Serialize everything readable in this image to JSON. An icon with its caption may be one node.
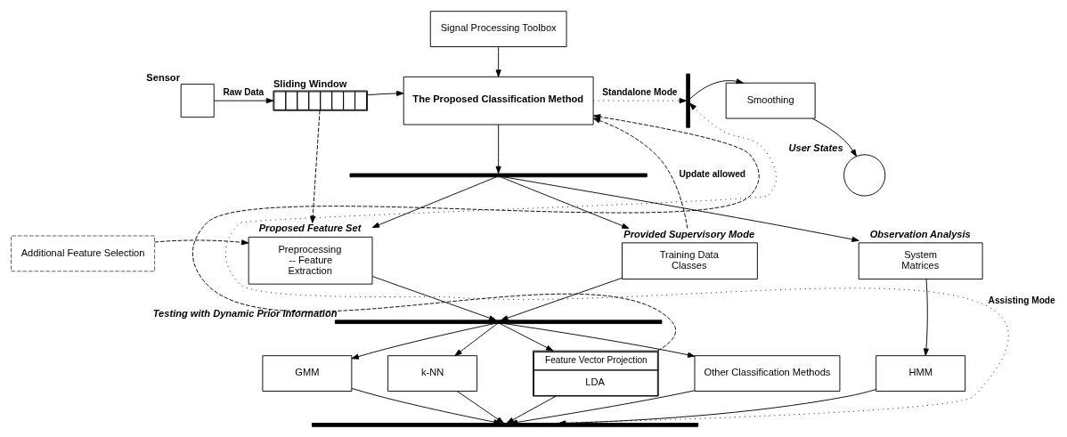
{
  "diagram": {
    "nodes": [
      {
        "text": [
          "Signal Processing Toolbox"
        ]
      },
      {
        "text": [],
        "shape": "box",
        "beside": [
          "Sensor"
        ]
      },
      {
        "text": [],
        "shape": "bar",
        "beside": [
          "Sliding Window"
        ]
      },
      {
        "text": [
          "The Proposed Classification Method"
        ]
      },
      {
        "text": [],
        "shape": "bar"
      },
      {
        "text": [
          "Additional Feature Selection"
        ]
      },
      {
        "text": [
          "Proposed Feature Set",
          "Preprocessing -- Feature Extraction"
        ]
      },
      {
        "text": [
          "Provided Supervisory Mode",
          "Training Data Classes"
        ]
      },
      {
        "text": [
          "Observation Analysis",
          "System Matrices"
        ]
      },
      {
        "text": [],
        "shape": "bar",
        "beside": [
          "Testing with Dynamic Prior Information"
        ]
      },
      {
        "text": [
          "GMM"
        ]
      },
      {
        "text": [
          "k-NN"
        ]
      },
      {
        "text": [
          "Feature Vector Projection",
          "LDA"
        ]
      },
      {
        "text": [
          "Other Classification Methods"
        ]
      },
      {
        "text": [
          "HMM"
        ]
      },
      {
        "text": [],
        "shape": "bar"
      },
      {
        "text": [],
        "shape": "bar"
      },
      {
        "text": [
          "Smoothing"
        ]
      },
      {
        "text": [],
        "shape": "circle",
        "beside": [
          "User States"
        ]
      }
    ],
    "edges": [
      {
        "from": 0,
        "to": 3,
        "arrow": "to"
      },
      {
        "from": 1,
        "to": 2,
        "arrow": "to",
        "label": "Raw Data"
      },
      {
        "from": 2,
        "to": 3,
        "arrow": "to"
      },
      {
        "from": 2,
        "to": 6,
        "arrow": "to",
        "style": "dashed"
      },
      {
        "from": 3,
        "to": 4,
        "arrow": "to"
      },
      {
        "from": 4,
        "to": 6,
        "arrow": "to"
      },
      {
        "from": 4,
        "to": 7,
        "arrow": "to"
      },
      {
        "from": 4,
        "to": 8,
        "arrow": "to"
      },
      {
        "from": 5,
        "to": 6,
        "arrow": "to",
        "style": "dashed"
      },
      {
        "from": 6,
        "to": 9,
        "arrow": "to"
      },
      {
        "from": 7,
        "to": 9,
        "arrow": "to"
      },
      {
        "from": 7,
        "to": 3,
        "arrow": "to",
        "style": "dashed",
        "label": "Update allowed"
      },
      {
        "from": 12,
        "to": 3,
        "arrow": "to",
        "style": "dashed"
      },
      {
        "from": 9,
        "to": 10,
        "arrow": "to"
      },
      {
        "from": 9,
        "to": 11,
        "arrow": "to"
      },
      {
        "from": 9,
        "to": 12,
        "arrow": "to"
      },
      {
        "from": 9,
        "to": 13,
        "arrow": "to"
      },
      {
        "from": 8,
        "to": 14,
        "arrow": "to"
      },
      {
        "from": 10,
        "to": 15,
        "arrow": "to"
      },
      {
        "from": 11,
        "to": 15,
        "arrow": "to"
      },
      {
        "from": 12,
        "to": 15,
        "arrow": "to"
      },
      {
        "from": 13,
        "to": 15,
        "arrow": "to"
      },
      {
        "from": 14,
        "to": 15,
        "arrow": "to"
      },
      {
        "from": 3,
        "to": 16,
        "arrow": "to",
        "style": "dashed",
        "label": "Standalone Mode"
      },
      {
        "from": 15,
        "to": 16,
        "arrow": "to",
        "style": "dashed",
        "label": "Assisting Mode"
      },
      {
        "from": 16,
        "to": 17,
        "arrow": "to"
      },
      {
        "from": 17,
        "to": 18,
        "arrow": "to"
      }
    ]
  }
}
